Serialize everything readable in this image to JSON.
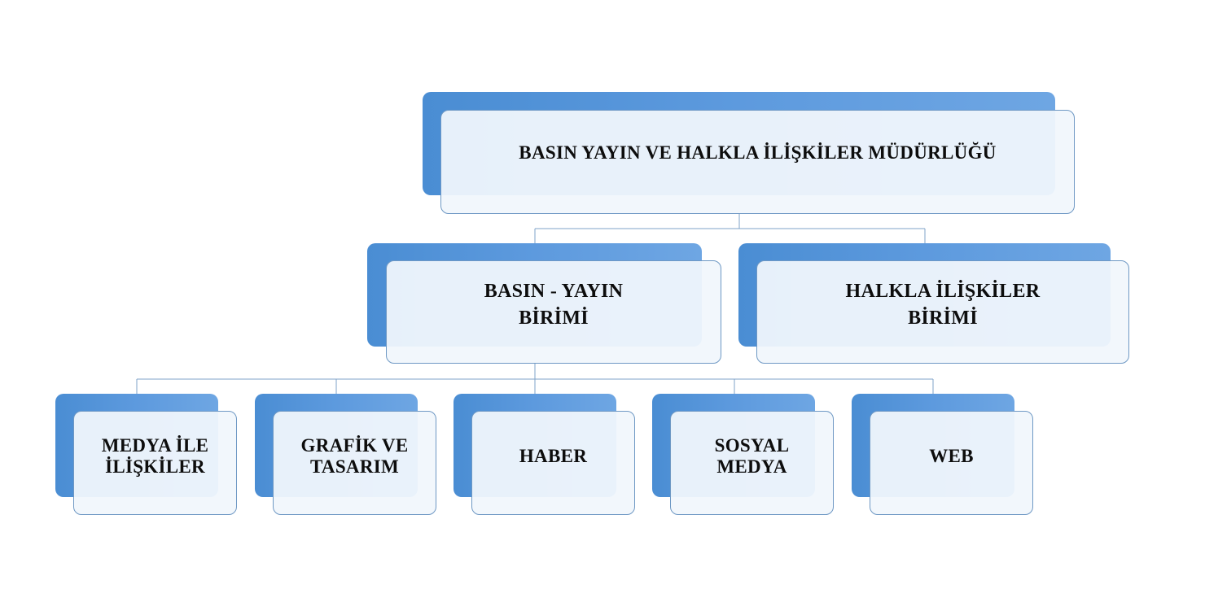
{
  "org_chart": {
    "root": {
      "label": "BASIN YAYIN VE HALKLA İLİŞKİLER MÜDÜRLÜĞÜ"
    },
    "units": [
      {
        "label": "BASIN - YAYIN\nBİRİMİ"
      },
      {
        "label": "HALKLA İLİŞKİLER\nBİRİMİ"
      }
    ],
    "sub_units": [
      {
        "label": "MEDYA İLE\nİLİŞKİLER"
      },
      {
        "label": "GRAFİK VE\nTASARIM"
      },
      {
        "label": "HABER"
      },
      {
        "label": "SOSYAL\nMEDYA"
      },
      {
        "label": "WEB"
      }
    ]
  },
  "colors": {
    "box_back": "#5d9ade",
    "box_border": "#6e98c4",
    "box_front": "#f1f6fc",
    "connector": "#7fa3c8",
    "text": "#0d0d0d"
  }
}
